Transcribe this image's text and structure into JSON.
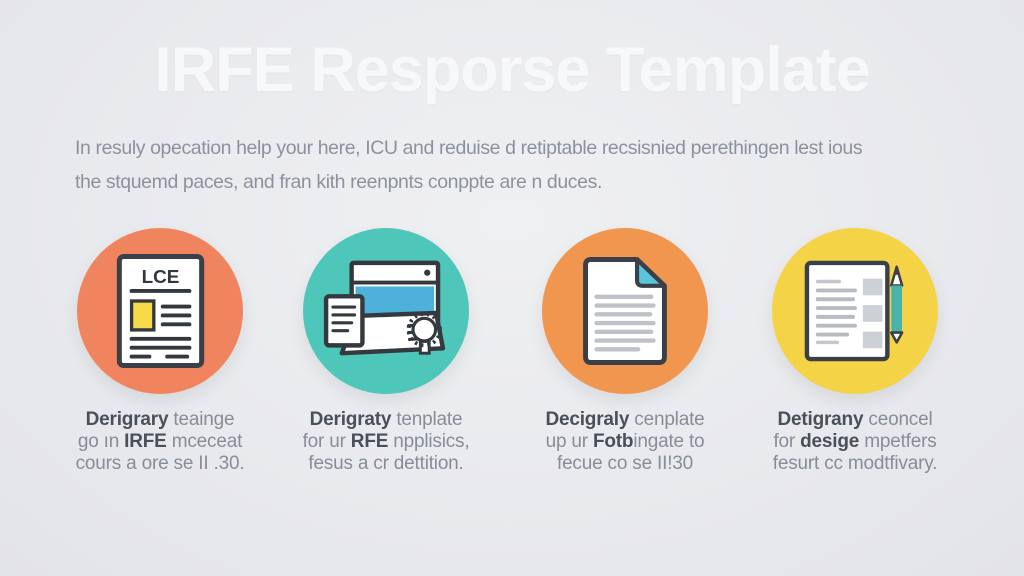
{
  "title": "IRFE Resporse Template",
  "subtitle": {
    "line1": "In resuly opecation help your here, ICU and reduise d retiptable recsisnied perethingen lest ious",
    "line2": "the stquemd paces, and fran kith reenpnts conppte are n duces."
  },
  "colors": {
    "background": "#E9EAED",
    "title_text": "#F7F8FA",
    "body_text": "#8C929D",
    "caption_text": "#878D98",
    "caption_bold_text": "#4A505A",
    "icon_outline": "#3A3F48",
    "circle_1": "#F0845F",
    "circle_2": "#4EC7BA",
    "circle_3": "#F0964E",
    "circle_4": "#F5D346",
    "browser_blue": "#4EB1DA",
    "highlight_yellow": "#F6DA4A",
    "pencil_teal": "#49B3A9",
    "fold_blue": "#5BC5DC",
    "line_gray": "#BFC3C9"
  },
  "cards": [
    {
      "icon": "lce-document-icon",
      "icon_label": "LCE",
      "circle_color": "#F0845F",
      "caption": [
        [
          {
            "t": "Derigrary",
            "b": true
          },
          {
            "t": " teainge",
            "b": false
          }
        ],
        [
          {
            "t": "go ın ",
            "b": false
          },
          {
            "t": "IRFE",
            "b": true
          },
          {
            "t": " mceceat",
            "b": false
          }
        ],
        [
          {
            "t": "cours a ore se II .30.",
            "b": false
          }
        ]
      ]
    },
    {
      "icon": "browser-certificate-icon",
      "circle_color": "#4EC7BA",
      "caption": [
        [
          {
            "t": "Derigraty",
            "b": true
          },
          {
            "t": " tenplate",
            "b": false
          }
        ],
        [
          {
            "t": "for ur ",
            "b": false
          },
          {
            "t": "RFE",
            "b": true
          },
          {
            "t": " npplisics,",
            "b": false
          }
        ],
        [
          {
            "t": "fesus a cr dettition.",
            "b": false
          }
        ]
      ]
    },
    {
      "icon": "folded-document-icon",
      "circle_color": "#F0964E",
      "caption": [
        [
          {
            "t": "Decigraly",
            "b": true
          },
          {
            "t": " cenplate",
            "b": false
          }
        ],
        [
          {
            "t": "up ur ",
            "b": false
          },
          {
            "t": "Fotb",
            "b": true
          },
          {
            "t": "ingate to",
            "b": false
          }
        ],
        [
          {
            "t": "fecue co se II!30",
            "b": false
          }
        ]
      ]
    },
    {
      "icon": "form-pencil-icon",
      "circle_color": "#F5D346",
      "caption": [
        [
          {
            "t": "Detigrany",
            "b": true
          },
          {
            "t": " ceoncel",
            "b": false
          }
        ],
        [
          {
            "t": "for ",
            "b": false
          },
          {
            "t": "desige",
            "b": true
          },
          {
            "t": " mpetfers",
            "b": false
          }
        ],
        [
          {
            "t": "fesurt cc modtfivary.",
            "b": false
          }
        ]
      ]
    }
  ]
}
